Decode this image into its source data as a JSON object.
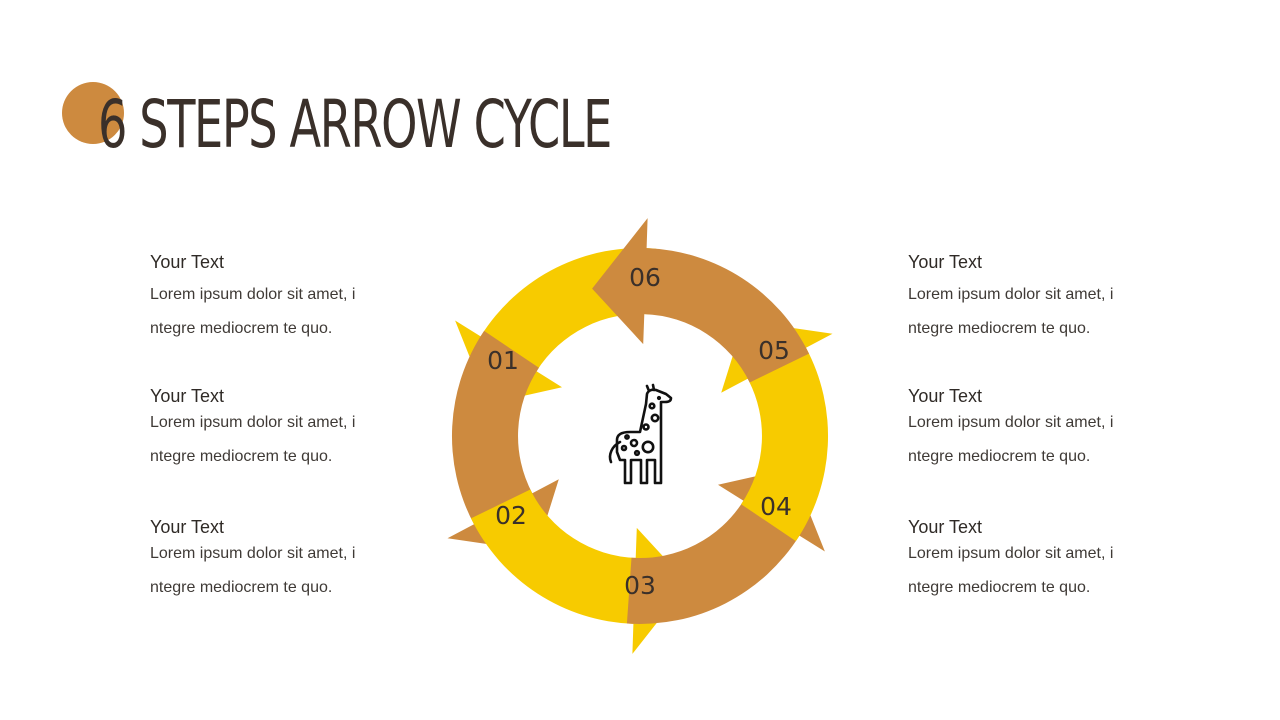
{
  "title": "6 STEPS ARROW CYCLE",
  "colors": {
    "accent": "#cd8a3f",
    "yellow": "#f7cb00",
    "brown": "#cd8a3f",
    "text": "#3a302a"
  },
  "center_icon": "giraffe-icon",
  "steps": [
    {
      "number": "01",
      "color": "yellow"
    },
    {
      "number": "02",
      "color": "brown"
    },
    {
      "number": "03",
      "color": "yellow"
    },
    {
      "number": "04",
      "color": "brown"
    },
    {
      "number": "05",
      "color": "yellow"
    },
    {
      "number": "06",
      "color": "brown"
    }
  ],
  "left_items": [
    {
      "heading": "Your Text",
      "body": "Lorem ipsum dolor sit amet, i\nntegre mediocrem te quo."
    },
    {
      "heading": "Your Text",
      "body": "Lorem ipsum dolor sit amet, i\nntegre mediocrem te quo."
    },
    {
      "heading": "Your Text",
      "body": "Lorem ipsum dolor sit amet, i\nntegre mediocrem te quo."
    }
  ],
  "right_items": [
    {
      "heading": "Your Text",
      "body": "Lorem ipsum dolor sit amet, i\nntegre mediocrem te quo."
    },
    {
      "heading": "Your Text",
      "body": "Lorem ipsum dolor sit amet, i\nntegre mediocrem te quo."
    },
    {
      "heading": "Your Text",
      "body": "Lorem ipsum dolor sit amet, i\nntegre mediocrem te quo."
    }
  ]
}
